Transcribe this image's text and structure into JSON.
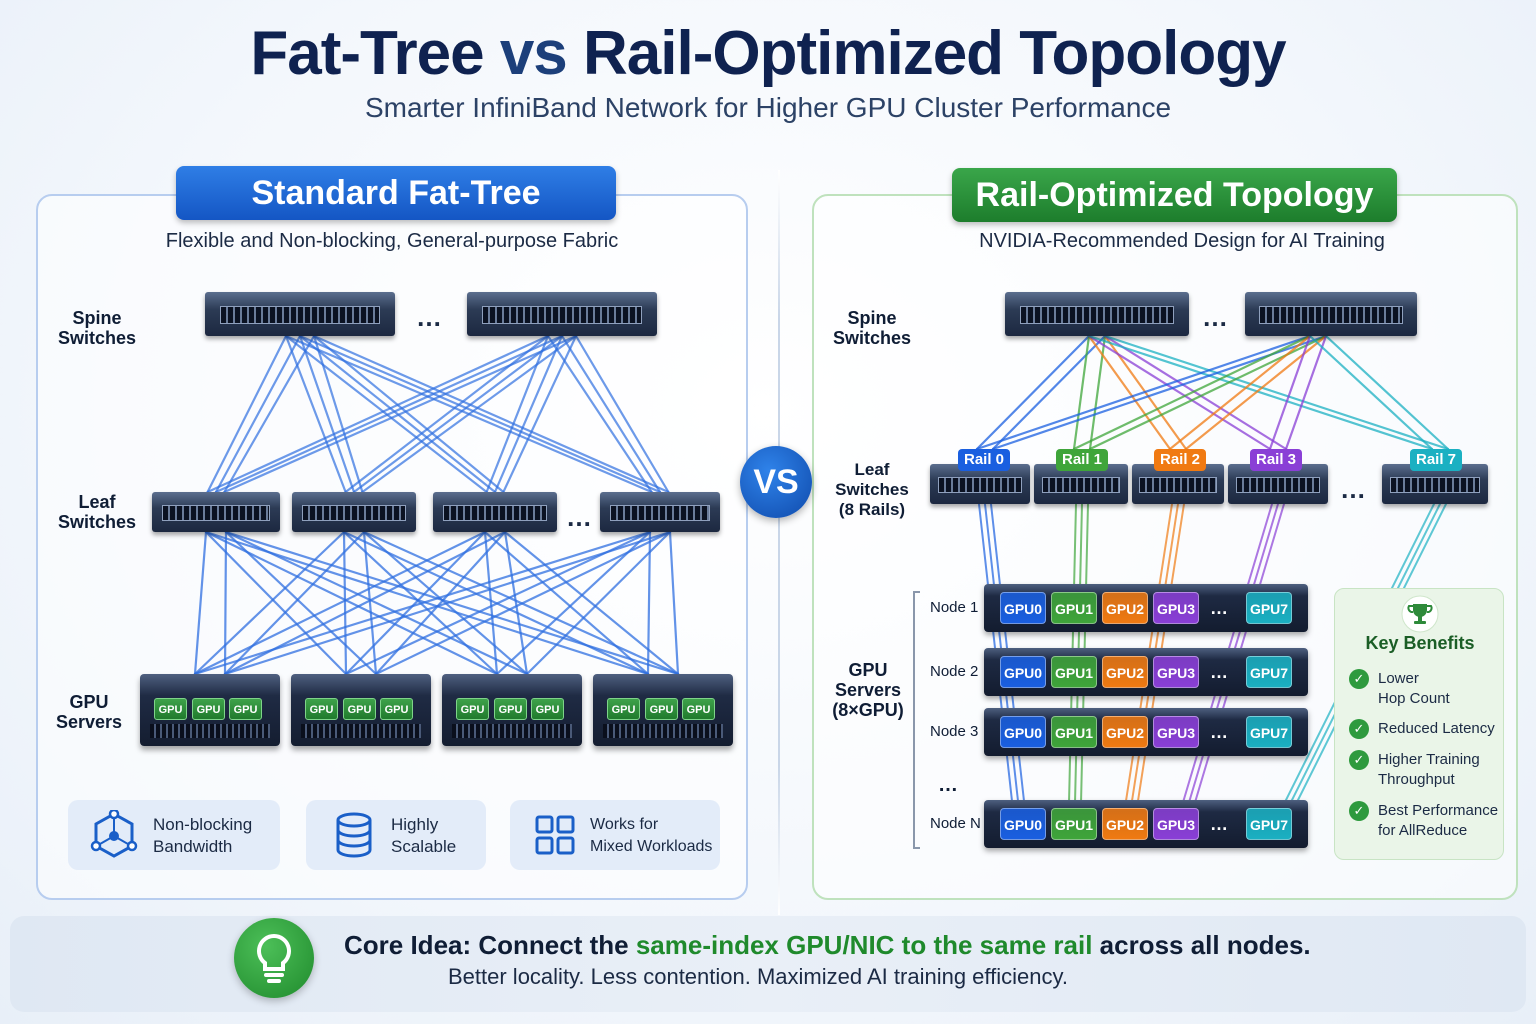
{
  "header": {
    "title_part1": "Fat-Tree",
    "title_vs": "vs",
    "title_part2": "Rail-Optimized Topology",
    "subtitle": "Smarter InfiniBand Network for Higher GPU Cluster Performance"
  },
  "vs_badge": "VS",
  "left_panel": {
    "title": "Standard Fat-Tree",
    "subtitle": "Flexible and Non-blocking, General-purpose Fabric",
    "tier_spine": [
      "Spine",
      "Switches"
    ],
    "tier_leaf": [
      "Leaf",
      "Switches"
    ],
    "tier_gpu": [
      "GPU",
      "Servers"
    ],
    "ellipsis": "…",
    "gpu_chip_label": "GPU",
    "benefits": [
      {
        "icon": "network-hexagon-icon",
        "lines": [
          "Non-blocking",
          "Bandwidth"
        ]
      },
      {
        "icon": "database-icon",
        "lines": [
          "Highly",
          "Scalable"
        ]
      },
      {
        "icon": "grid-squares-icon",
        "lines": [
          "Works for",
          "Mixed Workloads"
        ]
      }
    ]
  },
  "right_panel": {
    "title": "Rail-Optimized Topology",
    "subtitle": "NVIDIA-Recommended Design for AI Training",
    "tier_spine": [
      "Spine",
      "Switches"
    ],
    "tier_leaf": [
      "Leaf",
      "Switches",
      "(8 Rails)"
    ],
    "tier_gpu": [
      "GPU",
      "Servers",
      "(8×GPU)"
    ],
    "ellipsis": "…",
    "rails": [
      {
        "label": "Rail 0",
        "color": "#1a5fe0"
      },
      {
        "label": "Rail 1",
        "color": "#3fa53a"
      },
      {
        "label": "Rail 2",
        "color": "#f07a12"
      },
      {
        "label": "Rail 3",
        "color": "#8a3fd6"
      },
      {
        "label": "Rail 7",
        "color": "#1bb0c2"
      }
    ],
    "node_gpus": [
      {
        "label": "GPU0",
        "color": "#1a5fe0"
      },
      {
        "label": "GPU1",
        "color": "#3fa53a"
      },
      {
        "label": "GPU2",
        "color": "#f07a12"
      },
      {
        "label": "GPU3",
        "color": "#8a3fd6"
      },
      {
        "label": "GPU7",
        "color": "#1bb0c2"
      }
    ],
    "nodes": [
      "Node 1",
      "Node 2",
      "Node 3",
      "Node N"
    ],
    "node_gap_ellipsis": "…",
    "key_benefits": {
      "title": "Key Benefits",
      "icon": "trophy-icon",
      "items": [
        [
          "Lower",
          "Hop Count"
        ],
        [
          "Reduced Latency"
        ],
        [
          "Higher Training",
          "Throughput"
        ],
        [
          "Best Performance",
          "for AllReduce"
        ]
      ]
    }
  },
  "core_idea": {
    "lead": "Core Idea: Connect the ",
    "highlight": "same-index GPU/NIC to the same rail",
    "trail": " across all nodes.",
    "tagline": "Better locality.  Less contention. Maximized AI training efficiency.",
    "icon": "lightbulb-icon"
  }
}
